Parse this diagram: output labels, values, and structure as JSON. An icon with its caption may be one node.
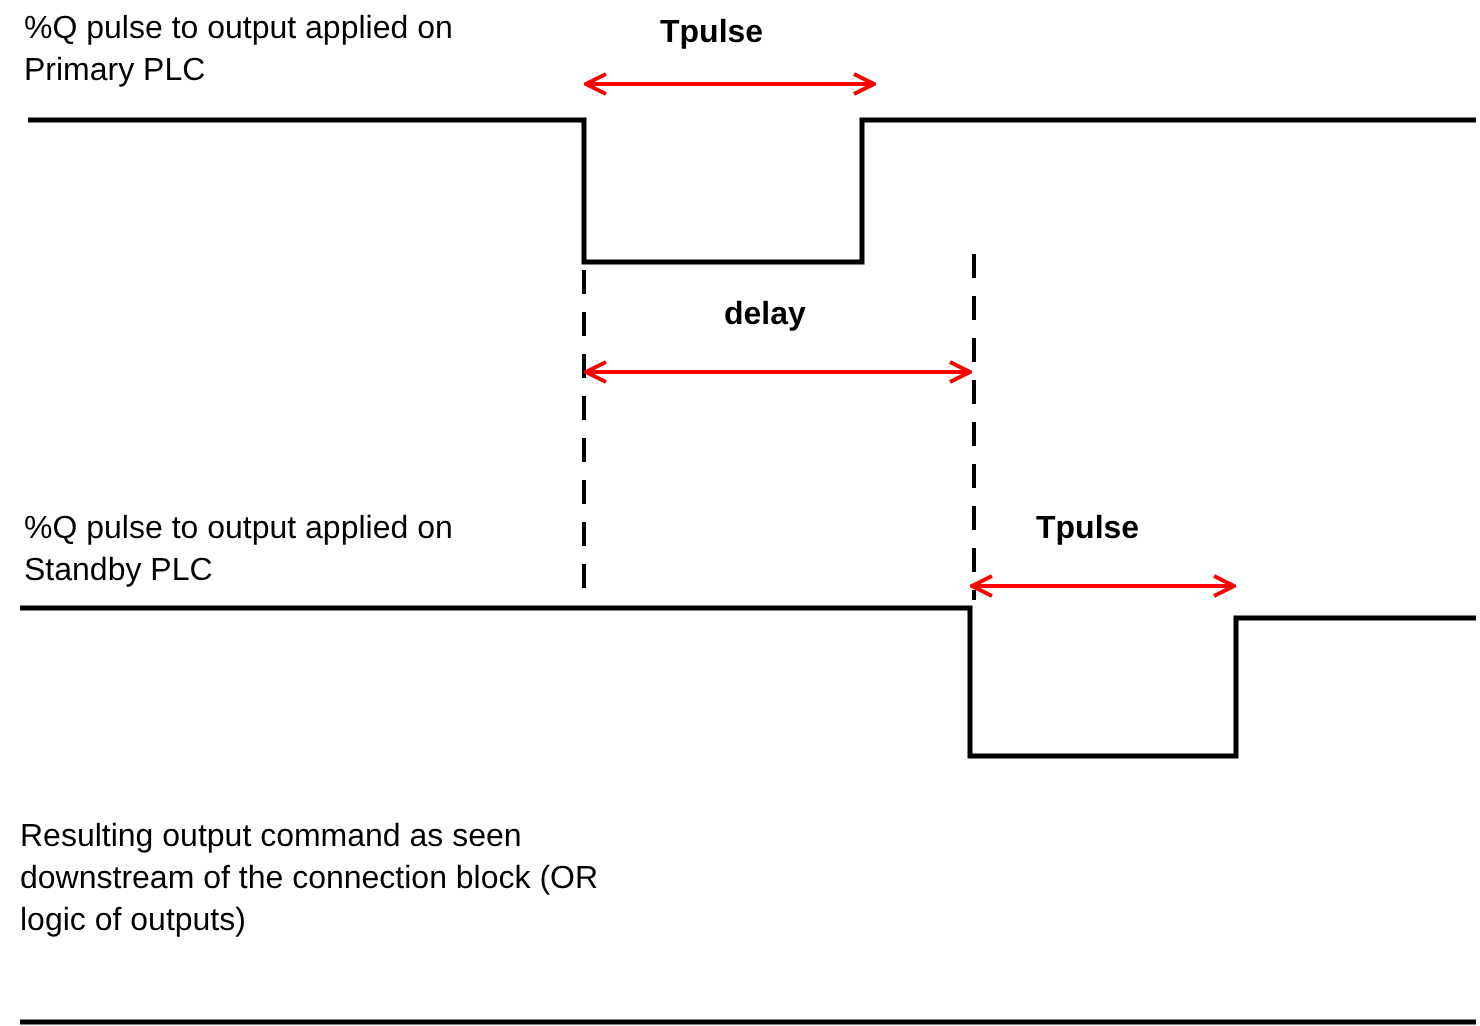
{
  "diagram": {
    "labels": [
      "%Q pulse to output applied on Primary PLC",
      "Tpulse",
      "delay",
      "%Q pulse to output applied on Standby PLC",
      "Tpulse",
      "Resulting output command as seen downstream of the connection block (OR logic of outputs)"
    ]
  }
}
